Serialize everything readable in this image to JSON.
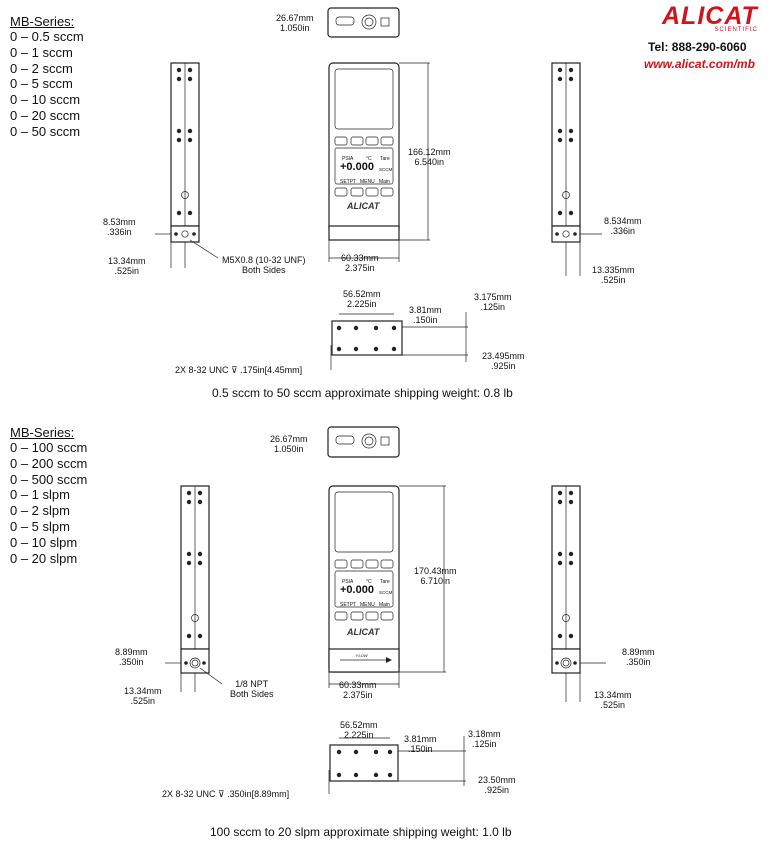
{
  "brand": {
    "name": "ALICAT",
    "tagline": "SCIENTIFIC",
    "tel": "Tel: 888-290-6060",
    "web": "www.alicat.com/mb",
    "accent": "#d0141c"
  },
  "section1": {
    "heading": "MB-Series:",
    "ranges": [
      "0 – 0.5 sccm",
      "0 – 1 sccm",
      "0 – 2 sccm",
      "0 – 5 sccm",
      "0 – 10 sccm",
      "0 – 20 sccm",
      "0 – 50 sccm"
    ],
    "dims": {
      "top_depth": {
        "mm": "26.67mm",
        "in": "1.050in"
      },
      "height": {
        "mm": "166.12mm",
        "in": "6.540in"
      },
      "width": {
        "mm": "60.33mm",
        "in": "2.375in"
      },
      "left_port_h": {
        "mm": "8.53mm",
        "in": ".336in"
      },
      "left_port_w": {
        "mm": "13.34mm",
        "in": ".525in"
      },
      "right_port_h": {
        "mm": "8.534mm",
        "in": ".336in"
      },
      "right_port_w": {
        "mm": "13.335mm",
        "in": ".525in"
      },
      "base_hole_span": {
        "mm": "56.52mm",
        "in": "2.225in"
      },
      "base_edge": {
        "mm": "3.81mm",
        "in": ".150in"
      },
      "base_edge2": {
        "mm": "3.175mm",
        "in": ".125in"
      },
      "base_depth": {
        "mm": "23.495mm",
        "in": ".925in"
      }
    },
    "port_note": {
      "line1": "M5X0.8  (10-32 UNF)",
      "line2": "Both Sides"
    },
    "thread_note": "2X 8-32 UNC  ⊽ .175in[4.45mm]",
    "weight": "0.5 sccm to 50 sccm approximate shipping weight: 0.8 lb"
  },
  "section2": {
    "heading": "MB-Series:",
    "ranges": [
      "0 – 100 sccm",
      "0 – 200 sccm",
      "0 – 500 sccm",
      "0 – 1 slpm",
      "0 – 2 slpm",
      "0 – 5 slpm",
      "0 – 10 slpm",
      "0 – 20 slpm"
    ],
    "dims": {
      "top_depth": {
        "mm": "26.67mm",
        "in": "1.050in"
      },
      "height": {
        "mm": "170.43mm",
        "in": "6.710in"
      },
      "width": {
        "mm": "60.33mm",
        "in": "2.375in"
      },
      "left_port_h": {
        "mm": "8.89mm",
        "in": ".350in"
      },
      "left_port_w": {
        "mm": "13.34mm",
        "in": ".525in"
      },
      "right_port_h": {
        "mm": "8.89mm",
        "in": ".350in"
      },
      "right_port_w": {
        "mm": "13.34mm",
        "in": ".525in"
      },
      "base_hole_span": {
        "mm": "56.52mm",
        "in": "2.225in"
      },
      "base_edge": {
        "mm": "3.81mm",
        "in": ".150in"
      },
      "base_edge2": {
        "mm": "3.18mm",
        "in": ".125in"
      },
      "base_depth": {
        "mm": "23.50mm",
        "in": ".925in"
      }
    },
    "port_note": {
      "line1": "1/8  NPT",
      "line2": "Both Sides"
    },
    "thread_note": "2X 8-32 UNC  ⊽ .350in[8.89mm]",
    "flow_label": "FLOW",
    "weight": "100 sccm to 20 slpm approximate shipping weight: 1.0 lb"
  },
  "display": {
    "reading": "+0.000",
    "unit": "SCCM",
    "top_labels": [
      "PSIA",
      "°C",
      "Tare"
    ],
    "bottom_labels": [
      "SETPT",
      "MENU",
      "Main"
    ]
  }
}
